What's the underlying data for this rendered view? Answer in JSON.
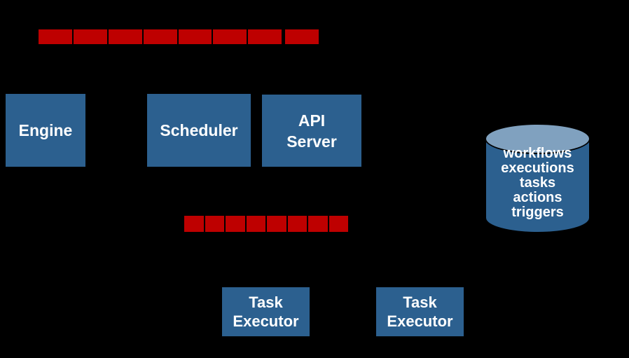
{
  "colors": {
    "background": "#000000",
    "red": "#BE0000",
    "blue": "#2C608F",
    "blue_light": "#80A1BF",
    "text": "#FFFFFF"
  },
  "components": {
    "engine": {
      "label": "Engine"
    },
    "scheduler": {
      "label": "Scheduler"
    },
    "api_server": {
      "label": "API\nServer"
    },
    "task_executor_1": {
      "label": "Task\nExecutor"
    },
    "task_executor_2": {
      "label": "Task\nExecutor"
    },
    "datastore": {
      "items": [
        "workflows",
        "executions",
        "tasks",
        "actions",
        "triggers"
      ]
    }
  },
  "queues": {
    "top": {
      "segments": 8
    },
    "bottom": {
      "segments": 8
    }
  }
}
